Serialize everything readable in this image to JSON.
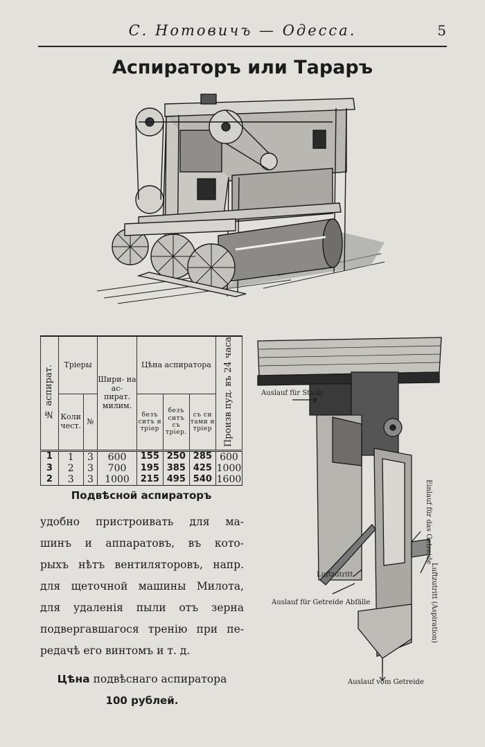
{
  "header": {
    "running_title": "С. Нотовичъ — Одесса.",
    "page_number": "5"
  },
  "title": "Аспираторъ или Тараръ",
  "table": {
    "col_no": "№ аспират.",
    "col_triers": "Тріеры",
    "col_triers_qty": "Коли чест.",
    "col_triers_no": "№",
    "col_width": "Шири- на ас- пират. милим.",
    "col_price": "Цѣна аспиратора",
    "col_price_a": "безъ ситъ и тріер",
    "col_price_b": "безъ ситъ съ тріер.",
    "col_price_c": "съ си тами и тріер",
    "col_output": "Произв пуд. въ 24 часа",
    "rows": [
      {
        "no": "1",
        "qty": "1",
        "trier": "3",
        "width": "600",
        "p1": "155",
        "p2": "250",
        "p3": "285",
        "output": "600"
      },
      {
        "no": "3",
        "qty": "2",
        "trier": "3",
        "width": "700",
        "p1": "195",
        "p2": "385",
        "p3": "425",
        "output": "1000"
      },
      {
        "no": "2",
        "qty": "3",
        "trier": "3",
        "width": "1000",
        "p1": "215",
        "p2": "495",
        "p3": "540",
        "output": "1600"
      }
    ]
  },
  "subheading": "Подвѣсной аспираторъ",
  "paragraph_lines": [
    "удобно пристроивать для ма-",
    "шинъ и аппаратовъ, въ кото-",
    "рыхъ нѣтъ вентиляторовъ, напр.",
    "для щеточной машины Милота,",
    "для удаленія пыли отъ зерна",
    "подвергавшагося тренію при пе-",
    "редачѣ его винтомъ и т. д."
  ],
  "price": {
    "word": "Цѣна",
    "rest": "подвѣснаго аспиратора",
    "value": "100 рублей."
  },
  "diagram_labels": {
    "auslauf_staub": "Auslauf für Staub",
    "einlauf": "Einlauf für das Getreide",
    "luftzutritt_asp": "Luftzutritt (Aspiration)",
    "luftzutritt": "Luftzutritt",
    "auslauf_abfaelle": "Auslauf für Getreide Abfälle",
    "auslauf_getreide": "Auslauf vom Getreide"
  }
}
